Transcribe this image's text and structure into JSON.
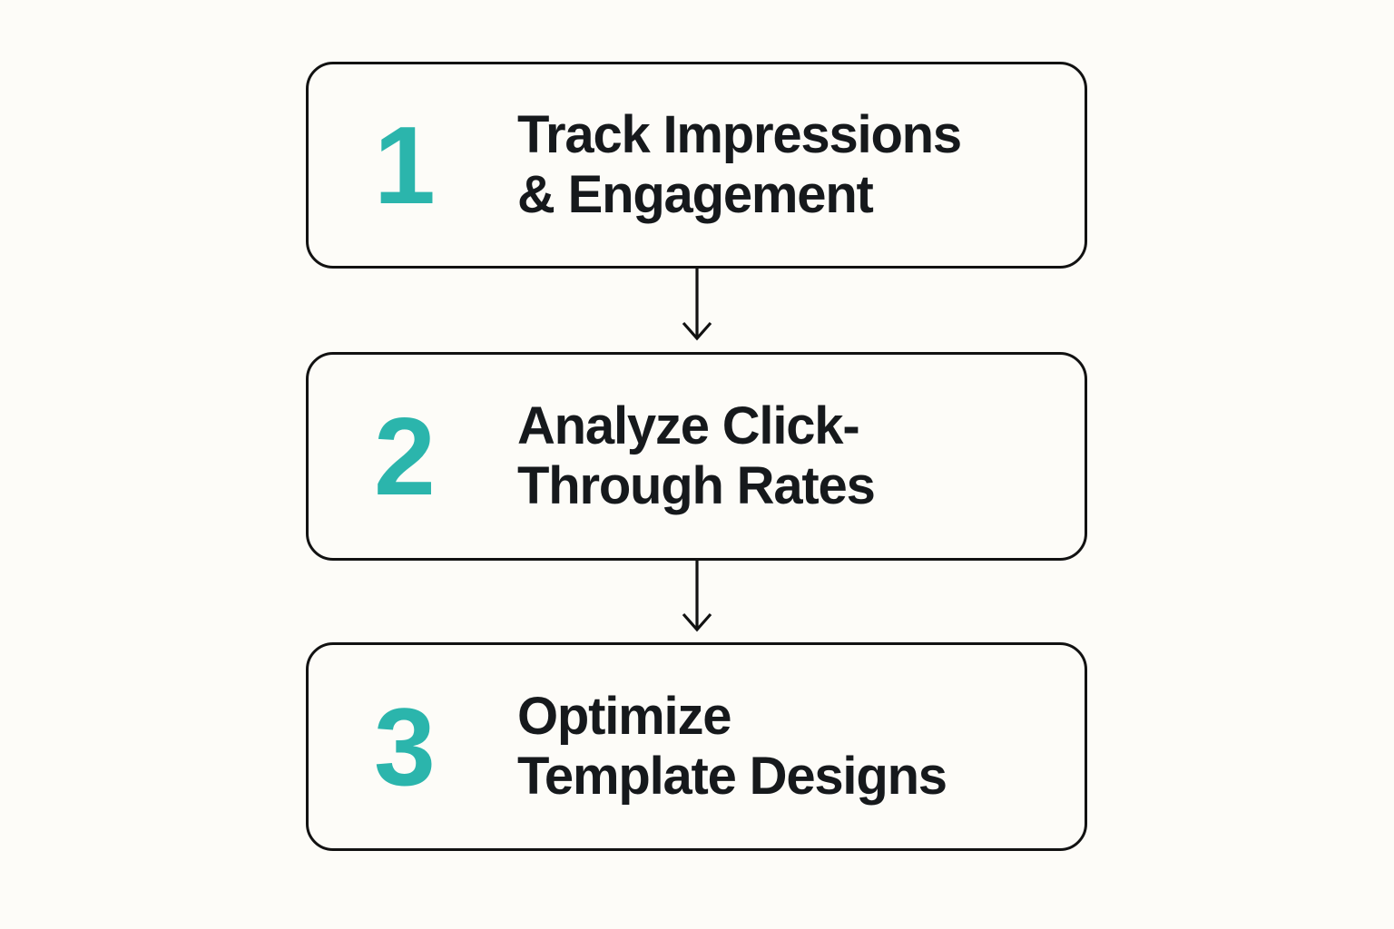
{
  "diagram": {
    "type": "vertical-process-flow",
    "background_color": "#fdfcf8",
    "accent_color": "#2bb5ac",
    "text_color": "#16191c",
    "border_color": "#121212",
    "steps": [
      {
        "number": "1",
        "label": "Track Impressions\n& Engagement",
        "line1": "Track Impressions",
        "line2": "& Engagement"
      },
      {
        "number": "2",
        "label": "Analyze Click-\nThrough Rates",
        "line1": "Analyze Click-",
        "line2": "Through Rates"
      },
      {
        "number": "3",
        "label": "Optimize\nTemplate Designs",
        "line1": "Optimize",
        "line2": "Template Designs"
      }
    ],
    "connectors": [
      {
        "from": "1",
        "to": "2",
        "icon": "arrow-down-icon"
      },
      {
        "from": "2",
        "to": "3",
        "icon": "arrow-down-icon"
      }
    ]
  }
}
